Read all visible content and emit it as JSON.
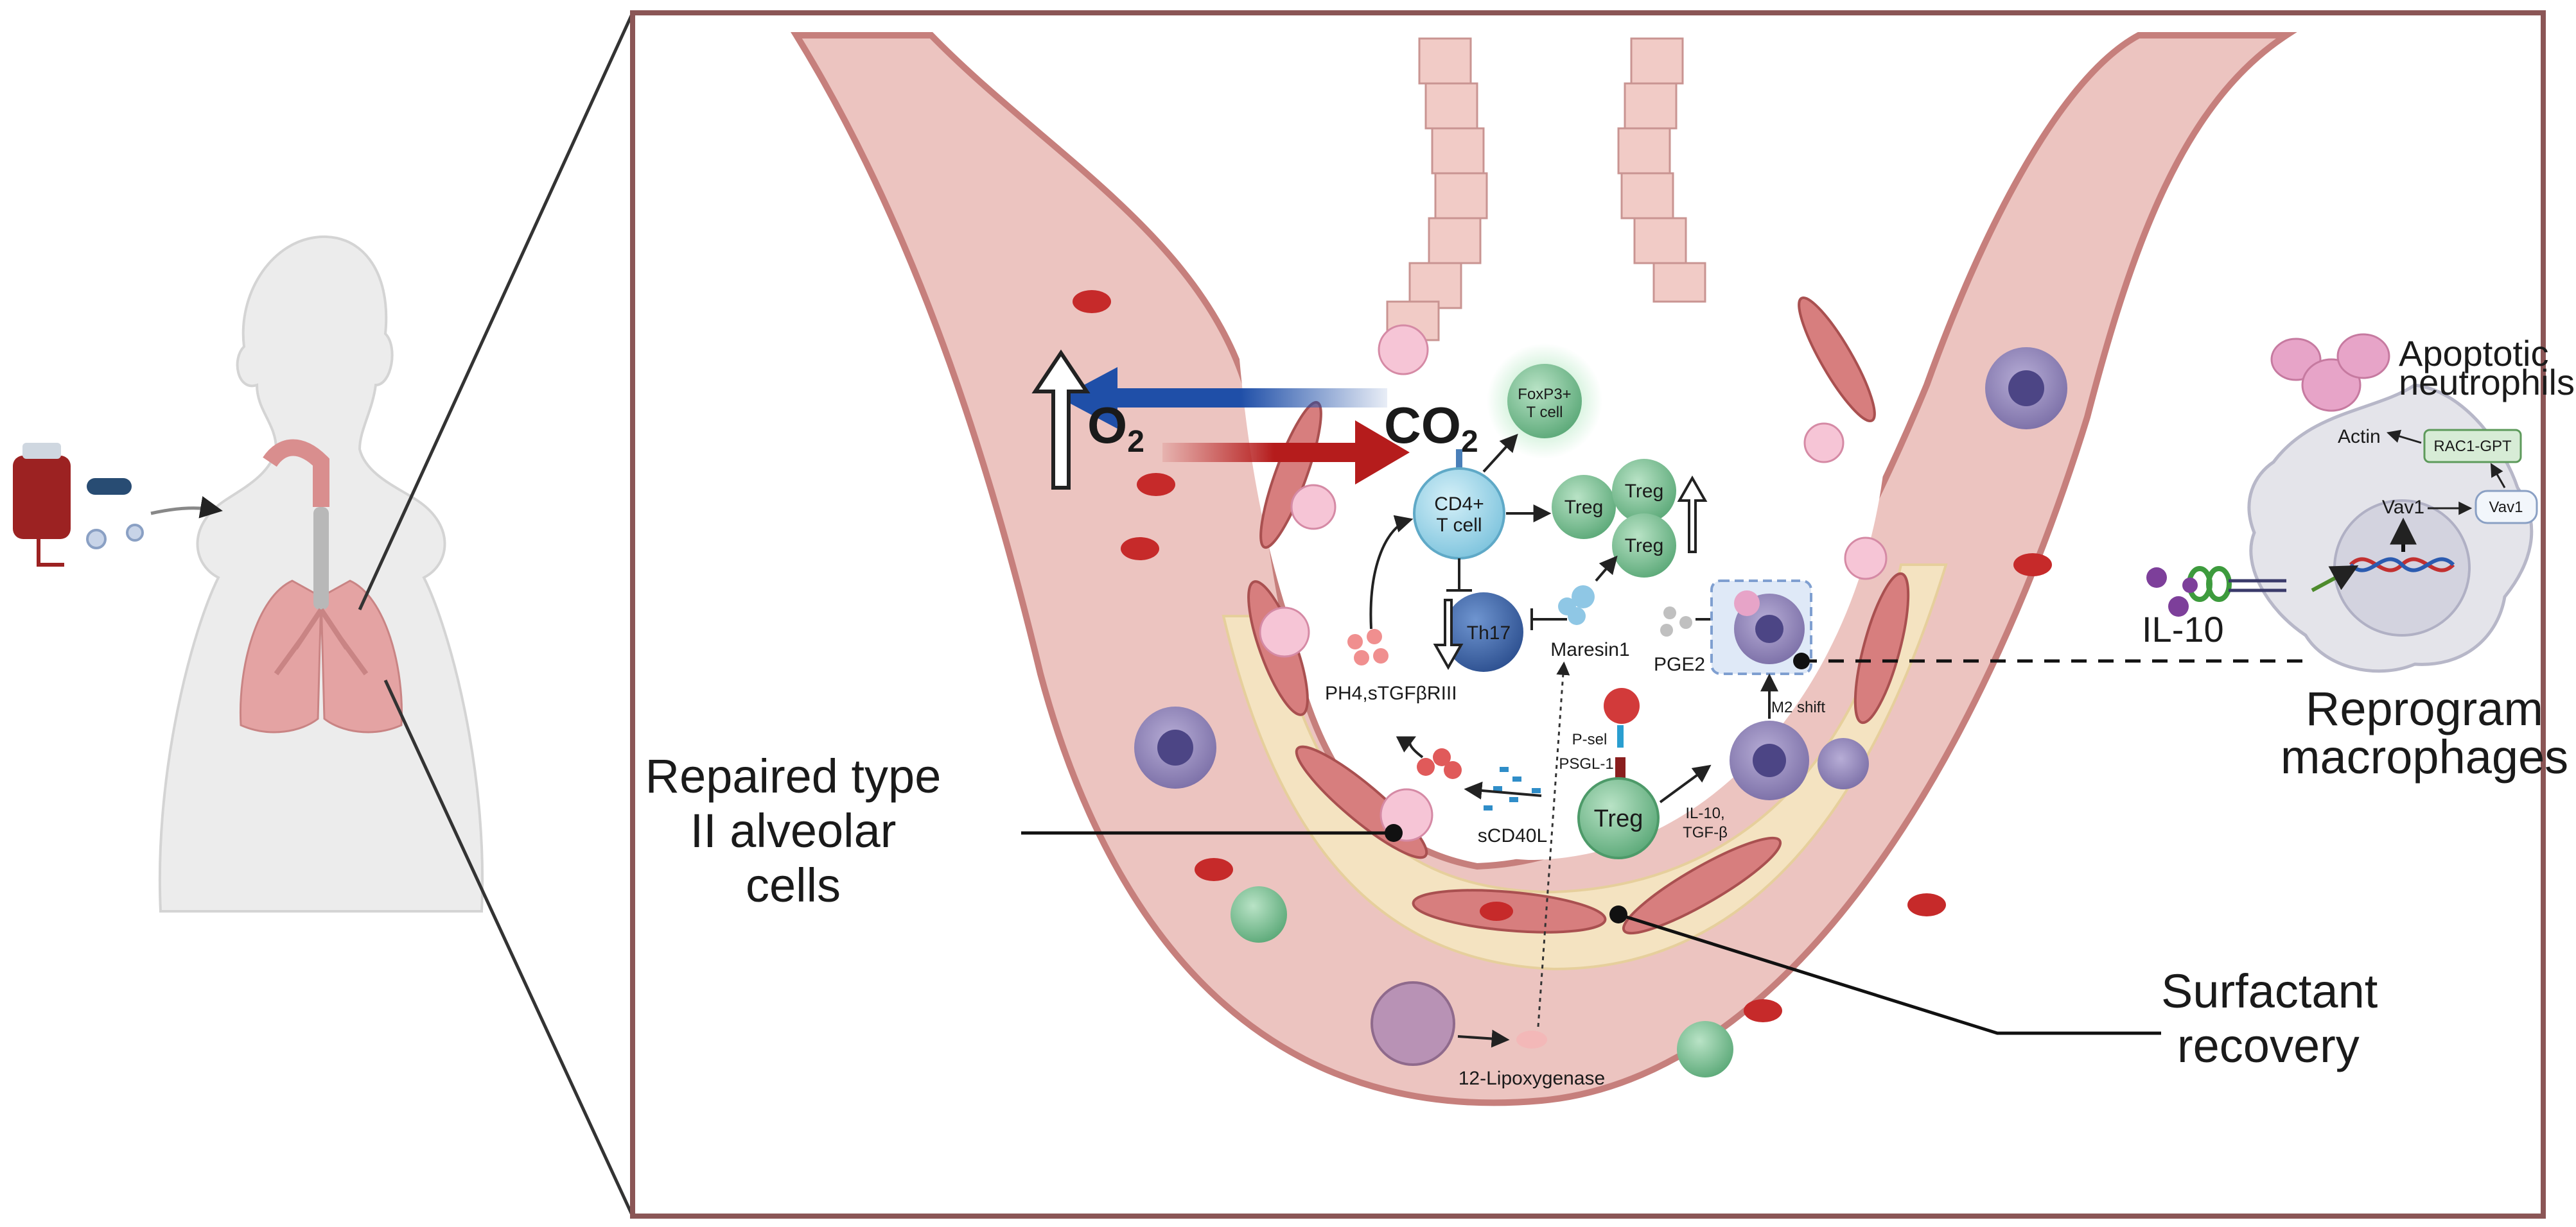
{
  "labels": {
    "o2": "O",
    "o2_sub": "2",
    "co2": "CO",
    "co2_sub": "2",
    "foxp3": [
      "FoxP3+",
      "T cell"
    ],
    "cd4": [
      "CD4+",
      "T cell"
    ],
    "treg": "Treg",
    "th17": "Th17",
    "maresin": "Maresin1",
    "pge2": "PGE2",
    "ph4": "PH4,sTGFβRIII",
    "psel": "P-sel",
    "psgl": "PSGL-1",
    "sCD40L": "sCD40L",
    "il10_tgf": [
      "IL-10,",
      "TGF-β"
    ],
    "m2shift": "M2 shift",
    "lipox": "12-Lipoxygenase",
    "repaired": [
      "Repaired type",
      "II alveolar",
      "cells"
    ],
    "surfactant": [
      "Surfactant",
      "recovery"
    ],
    "reprogram": [
      "Reprogram",
      "macrophages"
    ],
    "apoptotic": [
      "Apoptotic",
      "neutrophils"
    ],
    "actin": "Actin",
    "rac1": "RAC1-GPT",
    "vav1": "Vav1",
    "vav1_small": "Vav1",
    "il10": "IL-10"
  },
  "colors": {
    "frame": "#8b5656",
    "tissue": "#e9b7b3",
    "tissue_edge": "#c67f7c",
    "surfactant": "#f4e3c1",
    "o2_arrow": "#1f4fa8",
    "co2_arrow": "#b51c1c",
    "treg": "#6fb98b",
    "cd4": "#8fd0e6",
    "th17": "#3f6bb0",
    "macrophage": "#8a7fb4"
  }
}
